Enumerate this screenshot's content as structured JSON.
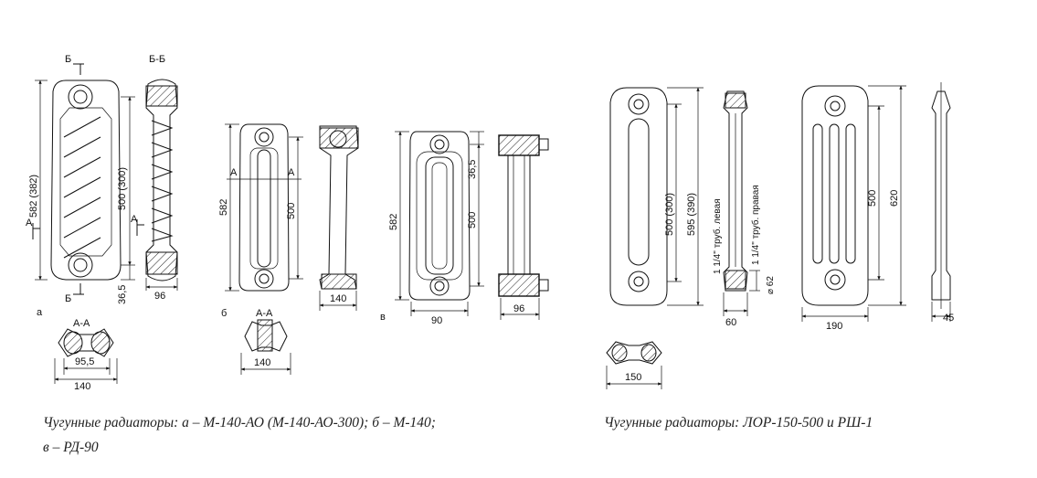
{
  "captions": {
    "left_line1": "Чугунные радиаторы: а – М-140-АО (М-140-АО-300); б – М-140;",
    "left_line2": "в – РД-90",
    "right": "Чугунные радиаторы: ЛОР-150-500 и РШ-1"
  },
  "labels": {
    "a": "а",
    "b": "б",
    "v": "в",
    "BB_mark": "Б",
    "BB_section": "Б-Б",
    "A_mark": "А",
    "AA_section": "А-А"
  },
  "dims": {
    "a_height": "582 (382)",
    "a_axis": "500 (300)",
    "a_base": "36,5",
    "a_depth": "96",
    "a_sec_inner": "95,5",
    "a_sec_outer": "140",
    "b_height": "582",
    "b_axis": "500",
    "b_depth": "140",
    "b_sec": "140",
    "v_height": "582",
    "v_axis": "500",
    "v_top": "36,5",
    "v_width": "90",
    "v_depth": "96",
    "lor_axis": "500 (300)",
    "lor_height": "595 (390)",
    "lor_pipe_left": "1 1/4\" труб. левая",
    "lor_pipe_right": "1 1/4\" труб. правая",
    "lor_dia": "⌀ 62",
    "lor_depth": "60",
    "lor_sec": "150",
    "rsh_axis": "500",
    "rsh_height": "620",
    "rsh_width": "190",
    "rsh_depth": "45"
  }
}
